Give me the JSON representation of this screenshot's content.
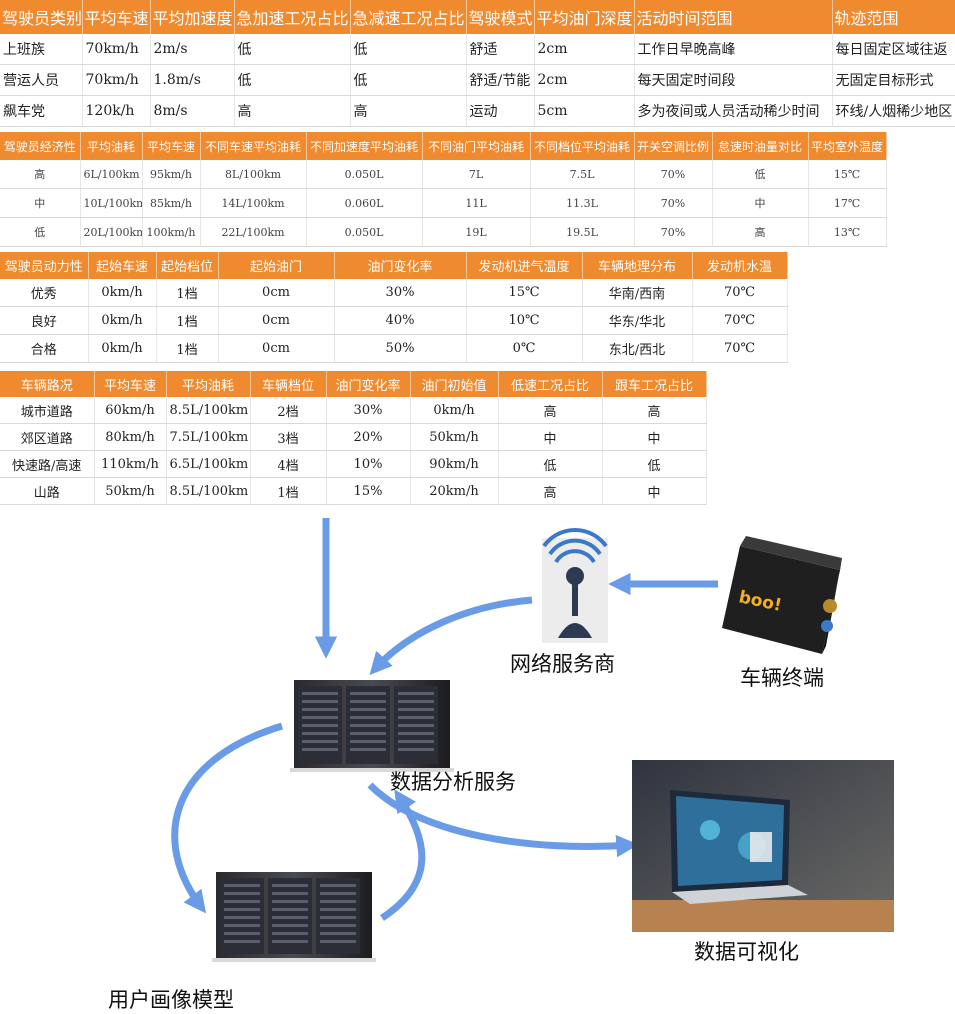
{
  "table1": {
    "headers": [
      "驾驶员类别",
      "平均车速",
      "平均加速度",
      "急加速工况占比",
      "急减速工况占比",
      "驾驶模式",
      "平均油门深度",
      "活动时间范围",
      "轨迹范围"
    ],
    "rows": [
      [
        "上班族",
        "70km/h",
        "2m/s",
        "低",
        "低",
        "舒适",
        "2cm",
        "工作日早晚高峰",
        "每日固定区域往返"
      ],
      [
        "营运人员",
        "70km/h",
        "1.8m/s",
        "低",
        "低",
        "舒适/节能",
        "2cm",
        "每天固定时间段",
        "无固定目标形式"
      ],
      [
        "飙车党",
        "120k/h",
        "8m/s",
        "高",
        "高",
        "运动",
        "5cm",
        "多为夜间或人员活动稀少时间",
        "环线/人烟稀少地区"
      ]
    ]
  },
  "table2": {
    "headers": [
      "驾驶员经济性",
      "平均油耗",
      "平均车速",
      "不同车速平均油耗",
      "不同加速度平均油耗",
      "不同油门平均油耗",
      "不同档位平均油耗",
      "开关空调比例",
      "怠速时油量对比",
      "平均室外温度"
    ],
    "rows": [
      [
        "高",
        "6L/100km",
        "95km/h",
        "8L/100km",
        "0.050L",
        "7L",
        "7.5L",
        "70%",
        "低",
        "15℃"
      ],
      [
        "中",
        "10L/100km",
        "85km/h",
        "14L/100km",
        "0.060L",
        "11L",
        "11.3L",
        "70%",
        "中",
        "17℃"
      ],
      [
        "低",
        "20L/100km",
        "100km/h",
        "22L/100km",
        "0.050L",
        "19L",
        "19.5L",
        "70%",
        "高",
        "13℃"
      ]
    ]
  },
  "table3": {
    "headers": [
      "驾驶员动力性",
      "起始车速",
      "起始档位",
      "起始油门",
      "油门变化率",
      "发动机进气温度",
      "车辆地理分布",
      "发动机水温"
    ],
    "rows": [
      [
        "优秀",
        "0km/h",
        "1档",
        "0cm",
        "30%",
        "15℃",
        "华南/西南",
        "70℃"
      ],
      [
        "良好",
        "0km/h",
        "1档",
        "0cm",
        "40%",
        "10℃",
        "华东/华北",
        "70℃"
      ],
      [
        "合格",
        "0km/h",
        "1档",
        "0cm",
        "50%",
        "0℃",
        "东北/西北",
        "70℃"
      ]
    ]
  },
  "table4": {
    "headers": [
      "车辆路况",
      "平均车速",
      "平均油耗",
      "车辆档位",
      "油门变化率",
      "油门初始值",
      "低速工况占比",
      "跟车工况占比"
    ],
    "rows": [
      [
        "城市道路",
        "60km/h",
        "8.5L/100km",
        "2档",
        "30%",
        "0km/h",
        "高",
        "高"
      ],
      [
        "郊区道路",
        "80km/h",
        "7.5L/100km",
        "3档",
        "20%",
        "50km/h",
        "中",
        "中"
      ],
      [
        "快速路/高速",
        "110km/h",
        "6.5L/100km",
        "4档",
        "10%",
        "90km/h",
        "低",
        "低"
      ],
      [
        "山路",
        "50km/h",
        "8.5L/100km",
        "1档",
        "15%",
        "20km/h",
        "高",
        "中"
      ]
    ]
  },
  "diagram": {
    "network_provider": "网络服务商",
    "vehicle_terminal": "车辆终端",
    "terminal_brand": "boo!",
    "data_analysis": "数据分析服务",
    "data_visualization": "数据可视化",
    "user_profile_model": "用户画像模型",
    "arrow_color": "#6a9be6"
  }
}
